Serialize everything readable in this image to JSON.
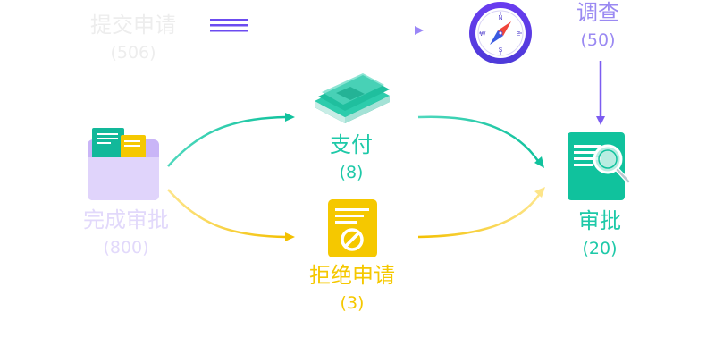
{
  "colors": {
    "submit": "#eeeeee",
    "survey": "#7c6cf0",
    "complete": "#e4dbfb",
    "payment": "#1ec9a8",
    "reject": "#f5c800",
    "approve": "#1ec9a8",
    "flow_purple": "#7c5cf0",
    "flow_teal": "#1ec9a8",
    "flow_yellow": "#f5c800"
  },
  "nodes": {
    "submit": {
      "name": "提交申请",
      "count": "(506)",
      "icon": "list-lines-icon"
    },
    "survey": {
      "name": "调查",
      "count": "(50)",
      "icon": "compass-icon"
    },
    "complete": {
      "name": "完成审批",
      "count": "(800)",
      "icon": "folder-documents-icon"
    },
    "payment": {
      "name": "支付",
      "count": "(8)",
      "icon": "money-stack-icon"
    },
    "reject": {
      "name": "拒绝申请",
      "count": "(3)",
      "icon": "rejected-document-icon"
    },
    "approve": {
      "name": "审批",
      "count": "(20)",
      "icon": "document-search-icon"
    }
  }
}
